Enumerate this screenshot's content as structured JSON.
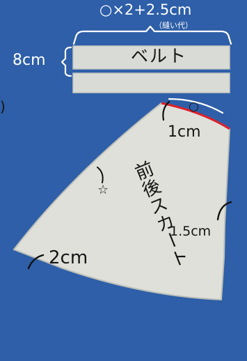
{
  "colors": {
    "background": "#2e5fa8",
    "fabric": "#dfe0da",
    "fabric_edge": "#bdbfb8",
    "label_white": "#ffffff",
    "label_dark": "#151515",
    "arc_red": "#e0202a"
  },
  "belt": {
    "width_formula": "○×2+2.5cm",
    "seam_note": "（縫い代）",
    "height": "8cm",
    "label": "ベルト"
  },
  "skirt": {
    "waist_symbol": "○",
    "waist_seam": "1cm",
    "hem_symbol": "☆",
    "label": "前後スカート",
    "side_seam": "1.5cm",
    "hem_seam": "2cm"
  },
  "edge_text": ")"
}
